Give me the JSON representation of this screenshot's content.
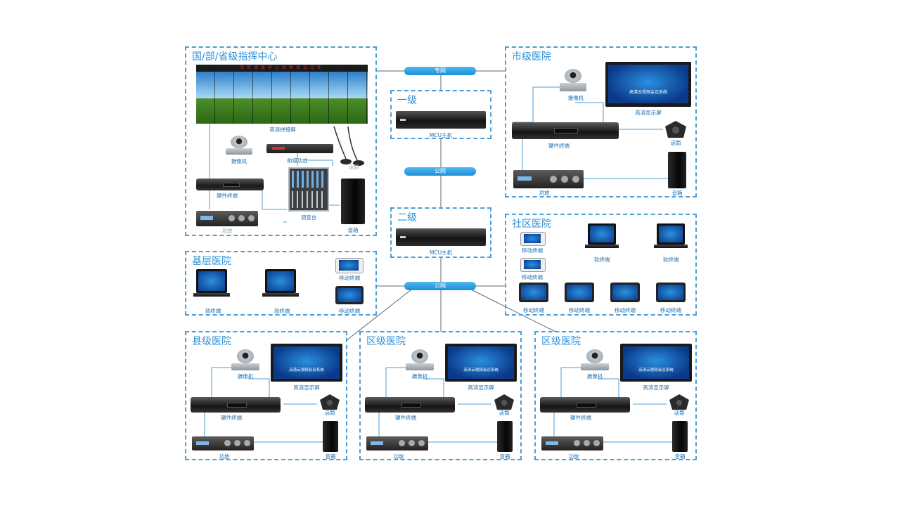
{
  "networks": {
    "private_net": "专网",
    "public_net_1": "公网",
    "public_net_2": "公网"
  },
  "regions": {
    "command_center": {
      "title": "国/部/省级指挥中心",
      "video_wall_banner": "指挥调度中心视频会议工作",
      "video_wall_label": "高清拼接屏",
      "camera_label": "摄像机",
      "preamp_label": "前级功放",
      "mic_label": "话筒",
      "hw_terminal_label": "硬件终端",
      "mixer_label": "调音台",
      "amp_label": "功放",
      "speaker_label": "音箱"
    },
    "level1": {
      "title": "一级",
      "mcu_label": "MCU主机"
    },
    "level2": {
      "title": "二级",
      "mcu_label": "MCU主机"
    },
    "city_hospital": {
      "title": "市级医院",
      "camera_label": "摄像机",
      "display_label": "高清显示屏",
      "display_text": "高清云视频会议系统",
      "hw_terminal_label": "硬件终端",
      "mic_label": "话筒",
      "amp_label": "功放",
      "speaker_label": "音箱"
    },
    "community_hospital": {
      "title": "社区医院",
      "mobile_label": "移动终端",
      "soft_label": "软终端"
    },
    "grassroots_hospital": {
      "title": "基层医院",
      "soft_label": "软终端",
      "mobile_label": "移动终端"
    },
    "county_hospital": {
      "title": "县级医院",
      "camera_label": "摄像机",
      "display_label": "高清显示屏",
      "display_text": "高清云视频会议系统",
      "hw_terminal_label": "硬件终端",
      "mic_label": "话筒",
      "amp_label": "功放",
      "speaker_label": "音箱"
    },
    "district_hospital_1": {
      "title": "区级医院",
      "camera_label": "摄像机",
      "display_label": "高清显示屏",
      "display_text": "高清云视频会议系统",
      "hw_terminal_label": "硬件终端",
      "mic_label": "话筒",
      "amp_label": "功放",
      "speaker_label": "音箱"
    },
    "district_hospital_2": {
      "title": "区级医院",
      "camera_label": "摄像机",
      "display_label": "高清显示屏",
      "display_text": "高清云视频会议系统",
      "hw_terminal_label": "硬件终端",
      "mic_label": "话筒",
      "amp_label": "功放",
      "speaker_label": "音箱"
    }
  }
}
